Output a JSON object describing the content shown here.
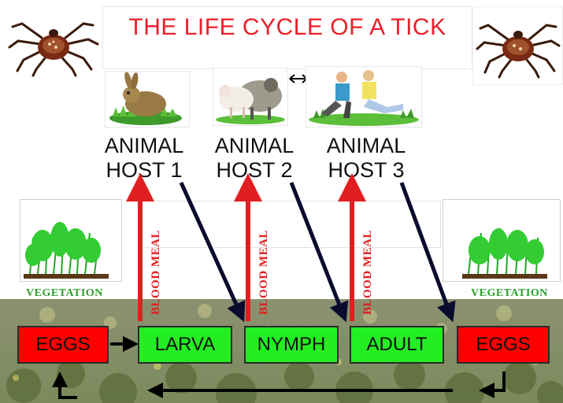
{
  "title": "THE LIFE CYCLE OF A TICK",
  "hosts": [
    {
      "line1": "ANIMAL",
      "line2": "HOST 1"
    },
    {
      "line1": "ANIMAL",
      "line2": "HOST 2"
    },
    {
      "line1": "ANIMAL",
      "line2": "HOST 3"
    }
  ],
  "stages": [
    "EGGS",
    "LARVA",
    "NYMPH",
    "ADULT",
    "EGGS"
  ],
  "blood_meal": "BLOOD MEAL",
  "vegetation": "VEGETATION",
  "colors": {
    "title": "#e8202a",
    "egg_box": "#ff0000",
    "stage_box": "#22ee22",
    "blood_arrow": "#e02020",
    "host_arrow": "#0b0b2e"
  },
  "icons": [
    "tick-icon",
    "rabbit-icon",
    "sheep-icon",
    "people-icon",
    "vegetation-icon"
  ]
}
